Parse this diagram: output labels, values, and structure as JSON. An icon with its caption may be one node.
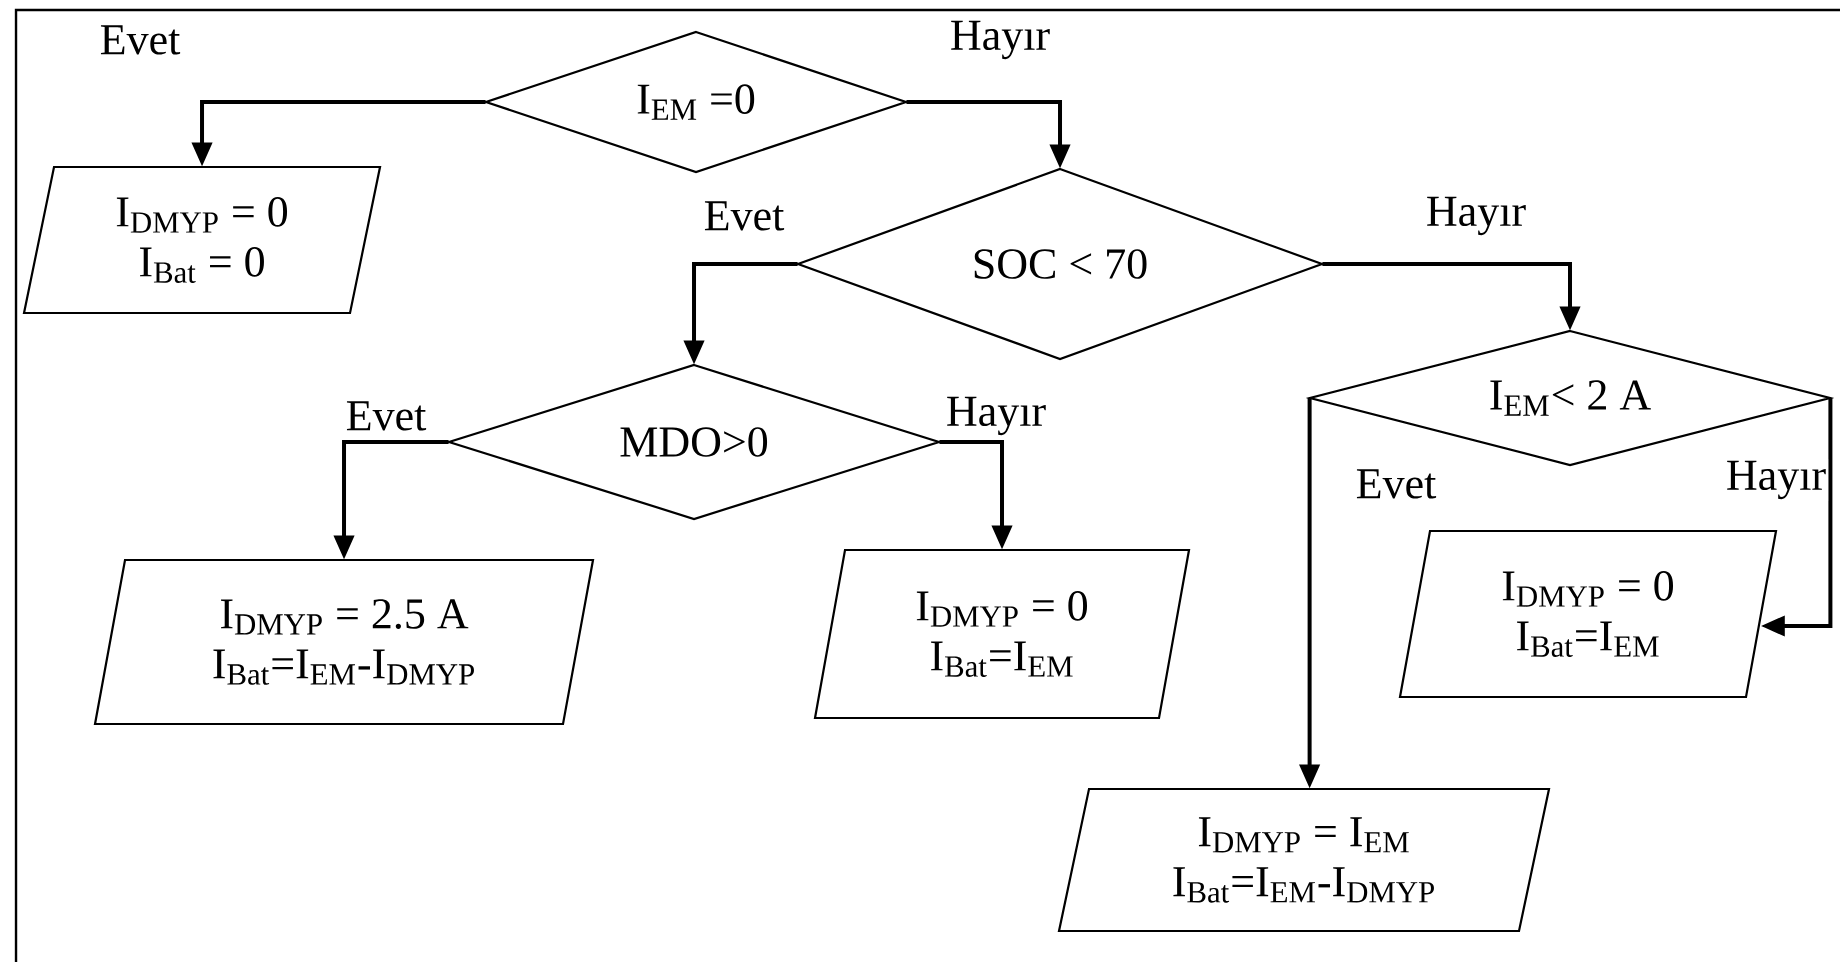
{
  "diagram": {
    "nodes": [
      {
        "text": [
          "I$_{EM}$ =0"
        ]
      },
      {
        "text": [
          "I$_{DMYP}$ = 0",
          "I$_{Bat}$ = 0"
        ]
      },
      {
        "text": [
          "SOC < 70"
        ]
      },
      {
        "text": [
          "MDO>0"
        ]
      },
      {
        "text": [
          "I$_{EM}$< 2 A"
        ]
      },
      {
        "text": [
          "I$_{DMYP}$ = 2.5 A",
          "I$_{Bat}$=I$_{EM}$-I$_{DMYP}$"
        ]
      },
      {
        "text": [
          "I$_{DMYP}$ = 0",
          "I$_{Bat}$=I$_{EM}$"
        ]
      },
      {
        "text": [
          "I$_{DMYP}$ = 0",
          "I$_{Bat}$=I$_{EM}$"
        ]
      },
      {
        "text": [
          "I$_{DMYP}$ = I$_{EM}$",
          "I$_{Bat}$=I$_{EM}$-I$_{DMYP}$"
        ]
      }
    ],
    "edges": [
      {
        "from": 0,
        "to": 1,
        "arrow": "to",
        "label": "Evet"
      },
      {
        "from": 0,
        "to": 2,
        "arrow": "to",
        "label": "Hayır"
      },
      {
        "from": 2,
        "to": 3,
        "arrow": "to",
        "label": "Evet"
      },
      {
        "from": 2,
        "to": 4,
        "arrow": "to",
        "label": "Hayır"
      },
      {
        "from": 3,
        "to": 5,
        "arrow": "to",
        "label": "Evet"
      },
      {
        "from": 3,
        "to": 6,
        "arrow": "to",
        "label": "Hayır"
      },
      {
        "from": 4,
        "to": 8,
        "arrow": "to",
        "label": "Evet"
      },
      {
        "from": 4,
        "to": 7,
        "arrow": "to",
        "label": "Hayır"
      }
    ]
  }
}
